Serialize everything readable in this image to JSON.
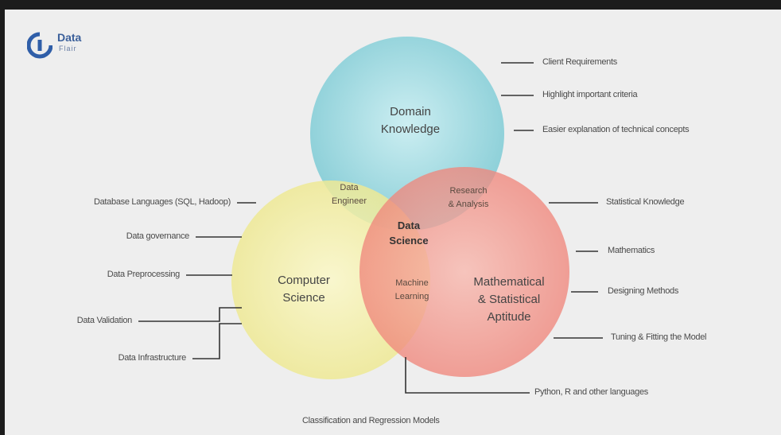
{
  "brand": {
    "name": "Data",
    "sub": "Flair"
  },
  "circles": {
    "domain": {
      "line1": "Domain",
      "line2": "Knowledge",
      "color": "#8fd3dc"
    },
    "cs": {
      "line1": "Computer",
      "line2": "Science",
      "color": "#f2ee9a"
    },
    "math": {
      "line1": "Mathematical",
      "line2": "& Statistical",
      "line3": "Aptitude",
      "color": "#f28a80"
    }
  },
  "overlaps": {
    "data_engineer": {
      "line1": "Data",
      "line2": "Engineer"
    },
    "research": {
      "line1": "Research",
      "line2": "& Analysis"
    },
    "machine_learning": {
      "line1": "Machine",
      "line2": "Learning"
    },
    "core": {
      "line1": "Data",
      "line2": "Science"
    }
  },
  "labels": {
    "right": [
      "Client Requirements",
      "Highlight important criteria",
      "Easier explanation of technical concepts",
      "Statistical Knowledge",
      "Mathematics",
      "Designing Methods",
      "Tuning & Fitting the Model",
      "Python, R and other languages"
    ],
    "left": [
      "Database Languages (SQL, Hadoop)",
      "Data governance",
      "Data Preprocessing",
      "Data Validation",
      "Data Infrastructure"
    ],
    "bottom": "Classification and Regression Models"
  }
}
